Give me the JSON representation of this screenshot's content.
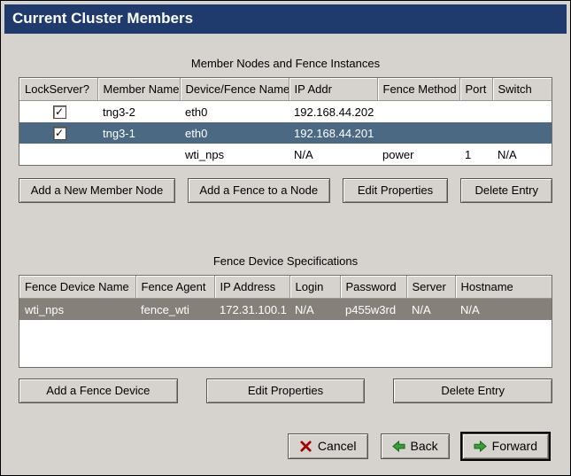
{
  "window": {
    "title": "Current Cluster Members"
  },
  "colors": {
    "titlebar": "#1f3b6d",
    "selection_active": "#4b6983",
    "selection_inactive": "#85807a",
    "background": "#d6d3ce",
    "cancel_icon_red": "#a40000",
    "arrow_icon_green": "#35a035"
  },
  "icons": {
    "check_glyph": "✓"
  },
  "members": {
    "title": "Member Nodes and Fence Instances",
    "columns": [
      "LockServer?",
      "Member Name",
      "Device/Fence Name",
      "IP Addr",
      "Fence Method",
      "Port",
      "Switch"
    ],
    "rows": [
      {
        "lockserver": true,
        "member_name": "tng3-2",
        "device": "eth0",
        "ip": "192.168.44.202",
        "method": "",
        "port": "",
        "switch": ""
      },
      {
        "lockserver": true,
        "member_name": "tng3-1",
        "device": "eth0",
        "ip": "192.168.44.201",
        "method": "",
        "port": "",
        "switch": ""
      },
      {
        "lockserver": false,
        "member_name": "",
        "device": "wti_nps",
        "ip": "N/A",
        "method": "power",
        "port": "1",
        "switch": "N/A"
      }
    ],
    "buttons": [
      "Add a New Member Node",
      "Add a Fence to a Node",
      "Edit Properties",
      "Delete Entry"
    ]
  },
  "fence": {
    "title": "Fence Device Specifications",
    "columns": [
      "Fence Device Name",
      "Fence Agent",
      "IP Address",
      "Login",
      "Password",
      "Server",
      "Hostname"
    ],
    "rows": [
      {
        "name": "wti_nps",
        "agent": "fence_wti",
        "ip": "172.31.100.1",
        "login": "N/A",
        "password": "p455w3rd",
        "server": "N/A",
        "hostname": "N/A"
      }
    ],
    "buttons": [
      "Add a Fence Device",
      "Edit Properties",
      "Delete Entry"
    ]
  },
  "footer": {
    "cancel_label": "Cancel",
    "back_label": "Back",
    "forward_label": "Forward"
  }
}
